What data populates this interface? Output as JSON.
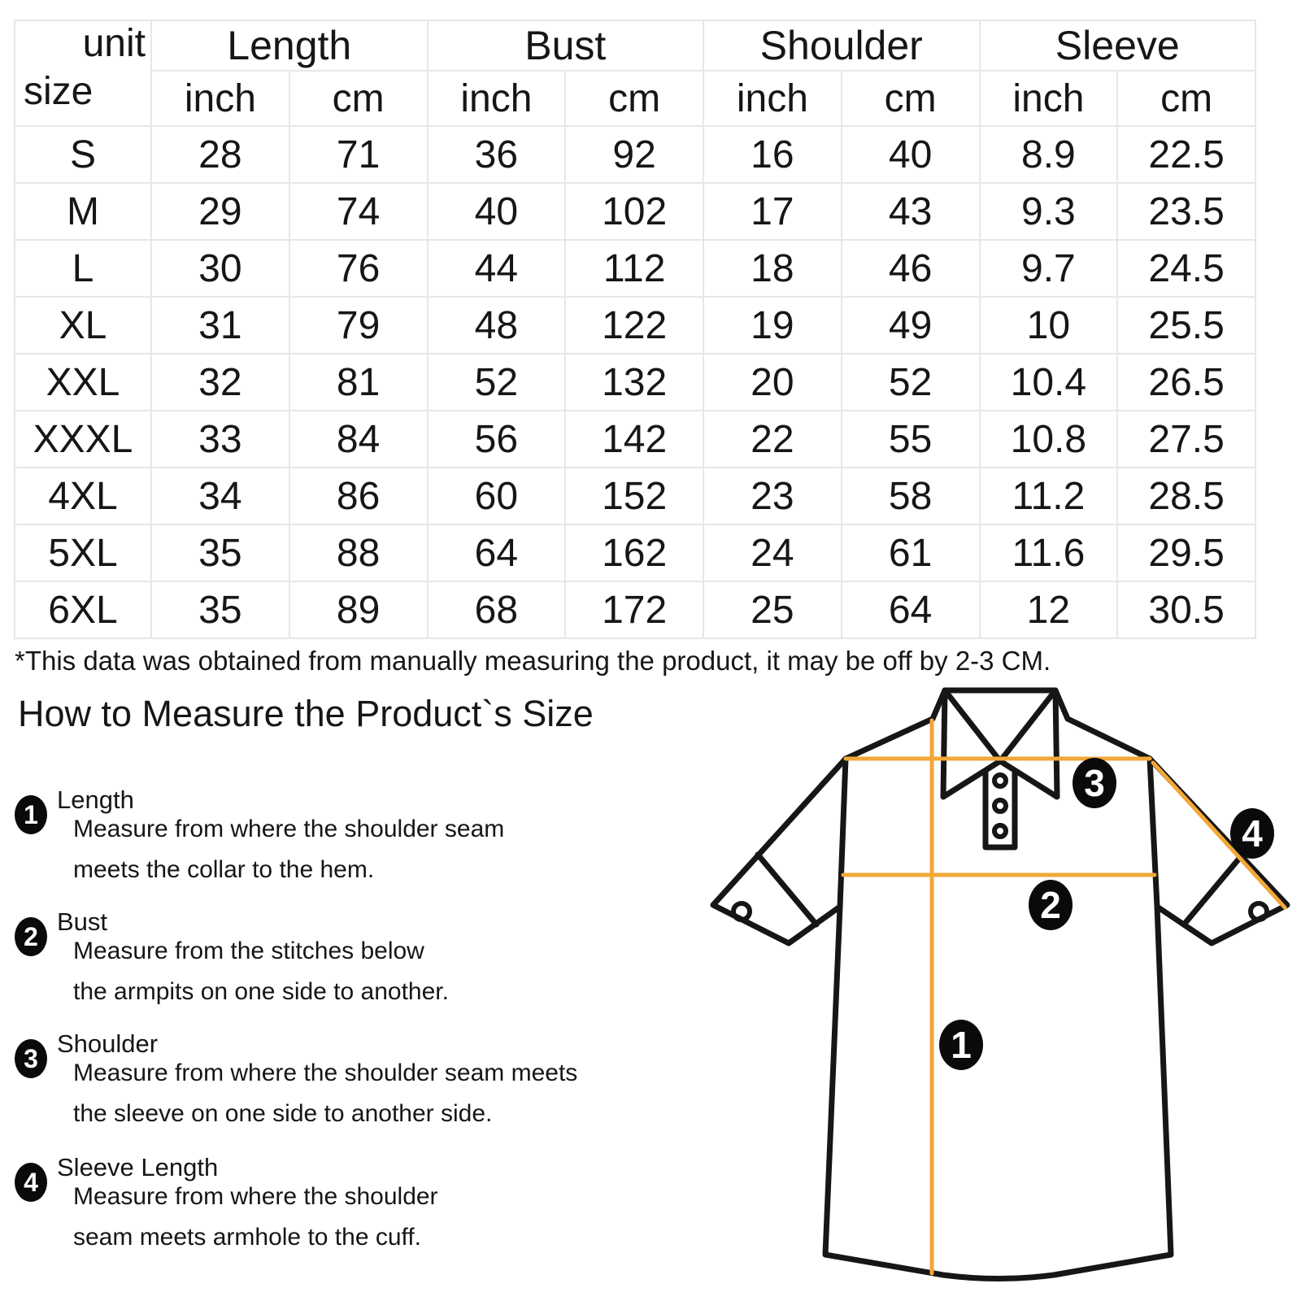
{
  "table": {
    "corner_top": "unit",
    "corner_bottom": "size",
    "groups": [
      "Length",
      "Bust",
      "Shoulder",
      "Sleeve"
    ],
    "subheaders": [
      "inch",
      "cm",
      "inch",
      "cm",
      "inch",
      "cm",
      "inch",
      "cm"
    ],
    "rows": [
      {
        "size": "S",
        "values": [
          "28",
          "71",
          "36",
          "92",
          "16",
          "40",
          "8.9",
          "22.5"
        ]
      },
      {
        "size": "M",
        "values": [
          "29",
          "74",
          "40",
          "102",
          "17",
          "43",
          "9.3",
          "23.5"
        ]
      },
      {
        "size": "L",
        "values": [
          "30",
          "76",
          "44",
          "112",
          "18",
          "46",
          "9.7",
          "24.5"
        ]
      },
      {
        "size": "XL",
        "values": [
          "31",
          "79",
          "48",
          "122",
          "19",
          "49",
          "10",
          "25.5"
        ]
      },
      {
        "size": "XXL",
        "values": [
          "32",
          "81",
          "52",
          "132",
          "20",
          "52",
          "10.4",
          "26.5"
        ]
      },
      {
        "size": "XXXL",
        "values": [
          "33",
          "84",
          "56",
          "142",
          "22",
          "55",
          "10.8",
          "27.5"
        ]
      },
      {
        "size": "4XL",
        "values": [
          "34",
          "86",
          "60",
          "152",
          "23",
          "58",
          "11.2",
          "28.5"
        ]
      },
      {
        "size": "5XL",
        "values": [
          "35",
          "88",
          "64",
          "162",
          "24",
          "61",
          "11.6",
          "29.5"
        ]
      },
      {
        "size": "6XL",
        "values": [
          "35",
          "89",
          "68",
          "172",
          "25",
          "64",
          "12",
          "30.5"
        ]
      }
    ]
  },
  "footnote": "*This data was obtained from manually measuring the product, it may be off by 2-3 CM.",
  "guide": {
    "heading": "How to Measure the Product`s Size",
    "items": [
      {
        "num": "1",
        "label": "Length",
        "desc1": "Measure from where the shoulder seam",
        "desc2": "meets the collar to the hem."
      },
      {
        "num": "2",
        "label": "Bust",
        "desc1": "Measure from the stitches below",
        "desc2": "the armpits on one side to another."
      },
      {
        "num": "3",
        "label": "Shoulder",
        "desc1": "Measure from where the shoulder seam meets",
        "desc2": "the sleeve on one side to another side."
      },
      {
        "num": "4",
        "label": "Sleeve Length",
        "desc1": "Measure from where the shoulder",
        "desc2": "seam meets armhole to the cuff."
      }
    ]
  },
  "diagram": {
    "marker_1": "1",
    "marker_2": "2",
    "marker_3": "3",
    "marker_4": "4",
    "measure_line_color": "#F2A737",
    "outline_color": "#161616",
    "marker_fill": "#0a0a0a"
  }
}
